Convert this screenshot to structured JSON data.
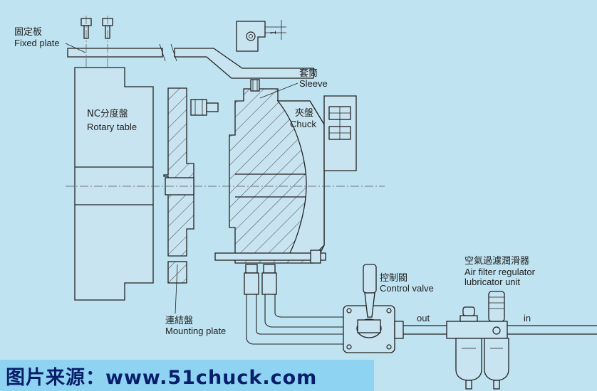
{
  "labels": {
    "fixed_plate_cn": "固定板",
    "fixed_plate_en": "Fixed plate",
    "rotary_table_cn": "NC分度盤",
    "rotary_table_en": "Rotary table",
    "sleeve_cn": "套筒",
    "sleeve_en": "Sleeve",
    "chuck_cn": "夾盤",
    "chuck_en": "Chuck",
    "mounting_plate_cn": "連結盤",
    "mounting_plate_en": "Mounting plate",
    "control_valve_cn": "控制閥",
    "control_valve_en": "Control valve",
    "air_unit_cn": "空氣過濾潤滑器",
    "air_unit_en_line1": "Air filter regulator",
    "air_unit_en_line2": "lubricator unit",
    "out": "out",
    "in": "in",
    "dimension": "1"
  },
  "source_banner": "图片来源：www.51chuck.com",
  "colors": {
    "background": "#bfe3f1",
    "line": "#222222",
    "banner": "#8fd3f2",
    "banner_text": "#071f6b"
  }
}
